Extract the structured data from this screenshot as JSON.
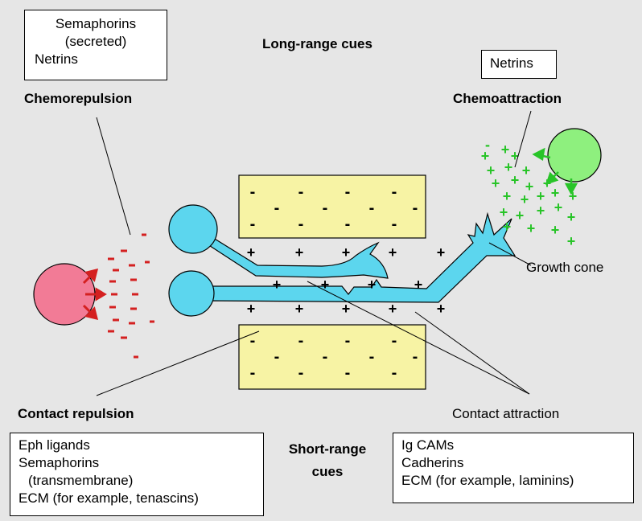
{
  "headings": {
    "long_range": "Long-range cues",
    "short_range": [
      "Short-range",
      "cues"
    ]
  },
  "chemorepulsion": {
    "title": "Chemorepulsion",
    "examples": [
      "Semaphorins",
      "(secreted)",
      "Netrins"
    ]
  },
  "chemoattraction": {
    "title": "Chemoattraction",
    "examples": [
      "Netrins"
    ]
  },
  "contact_repulsion": {
    "title": "Contact repulsion",
    "examples": [
      "Eph ligands",
      "Semaphorins",
      "(transmembrane)",
      "ECM (for example, tenascins)"
    ]
  },
  "contact_attraction": {
    "title": "Contact attraction",
    "examples": [
      "Ig CAMs",
      "Cadherins",
      "ECM (for example, laminins)"
    ]
  },
  "growth_cone_label": "Growth cone",
  "colors": {
    "background": "#e6e6e6",
    "neuron": "#5cd6ee",
    "repellent_cell": "#f27b96",
    "repellent_symbol": "#d42020",
    "attractant_cell": "#8ef07e",
    "attractant_symbol": "#28c428",
    "substrate": "#f7f3a4"
  }
}
